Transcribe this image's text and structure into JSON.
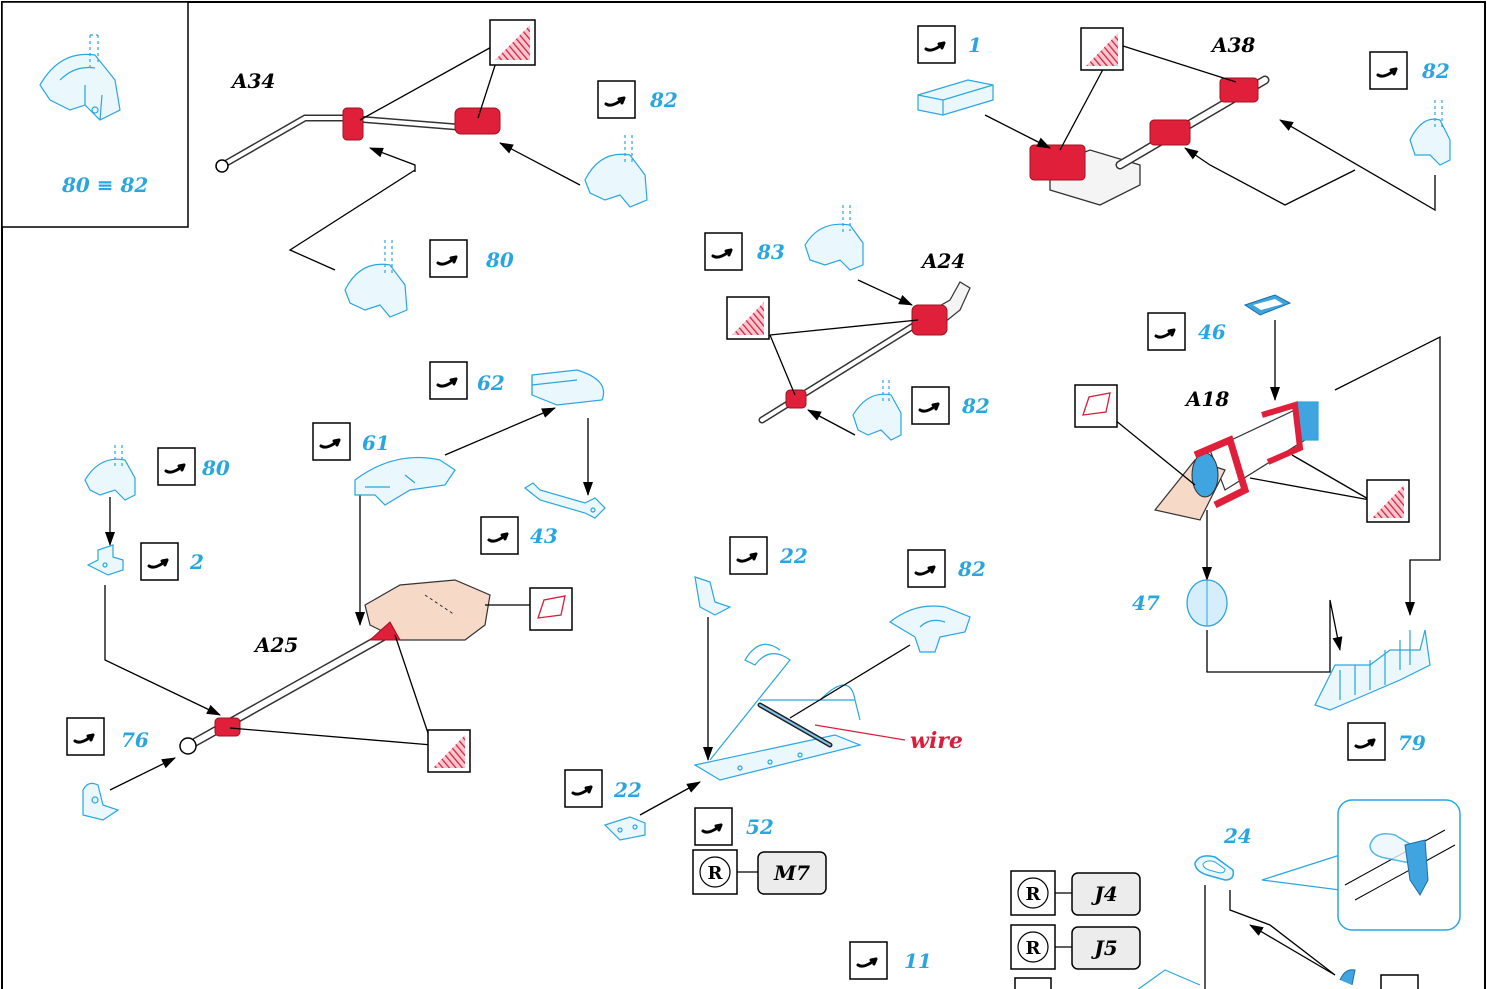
{
  "inset_note": "80 ≡ 82",
  "part_labels": {
    "a34": "A34",
    "a38": "A38",
    "a24": "A24",
    "a25": "A25",
    "a18": "A18"
  },
  "bend_callouts": [
    "1",
    "82",
    "82",
    "83",
    "82",
    "80",
    "46",
    "62",
    "80",
    "61",
    "2",
    "43",
    "22",
    "82",
    "76",
    "22",
    "52",
    "79",
    "11"
  ],
  "plain_callouts": {
    "p47": "47",
    "p24": "24"
  },
  "wire_label": "wire",
  "option_tags": [
    "M7",
    "J4",
    "J5"
  ],
  "colors": {
    "etch_blue": "#29a6e0",
    "plastic_red": "#e0203a",
    "resin_tan": "#f6d9c7",
    "wire_red": "#d81e3c"
  },
  "icons": [
    "bend-icon",
    "paint-red-icon",
    "clear-film-icon",
    "registered-icon"
  ]
}
